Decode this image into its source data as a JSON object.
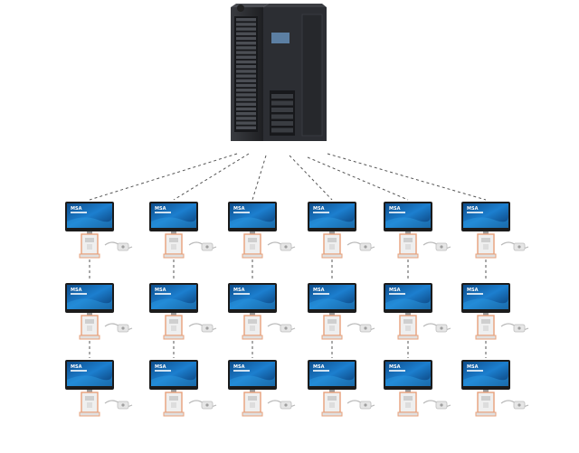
{
  "diagram": {
    "server": {
      "icon": "server-rack-icon"
    },
    "terminal": {
      "icon": "self-service-kiosk-icon",
      "peripheral_icon": "card-reader-cable-icon",
      "screen_brand": "MSA",
      "screen_caption": "████████",
      "screen_color": "#1a6fb5"
    },
    "rows": 3,
    "columns": 6,
    "colors": {
      "link_line": "#555555",
      "rack_body": "#2b2d31",
      "kiosk_stand": "#e9e9e9",
      "kiosk_accent": "#e8a07a"
    }
  }
}
